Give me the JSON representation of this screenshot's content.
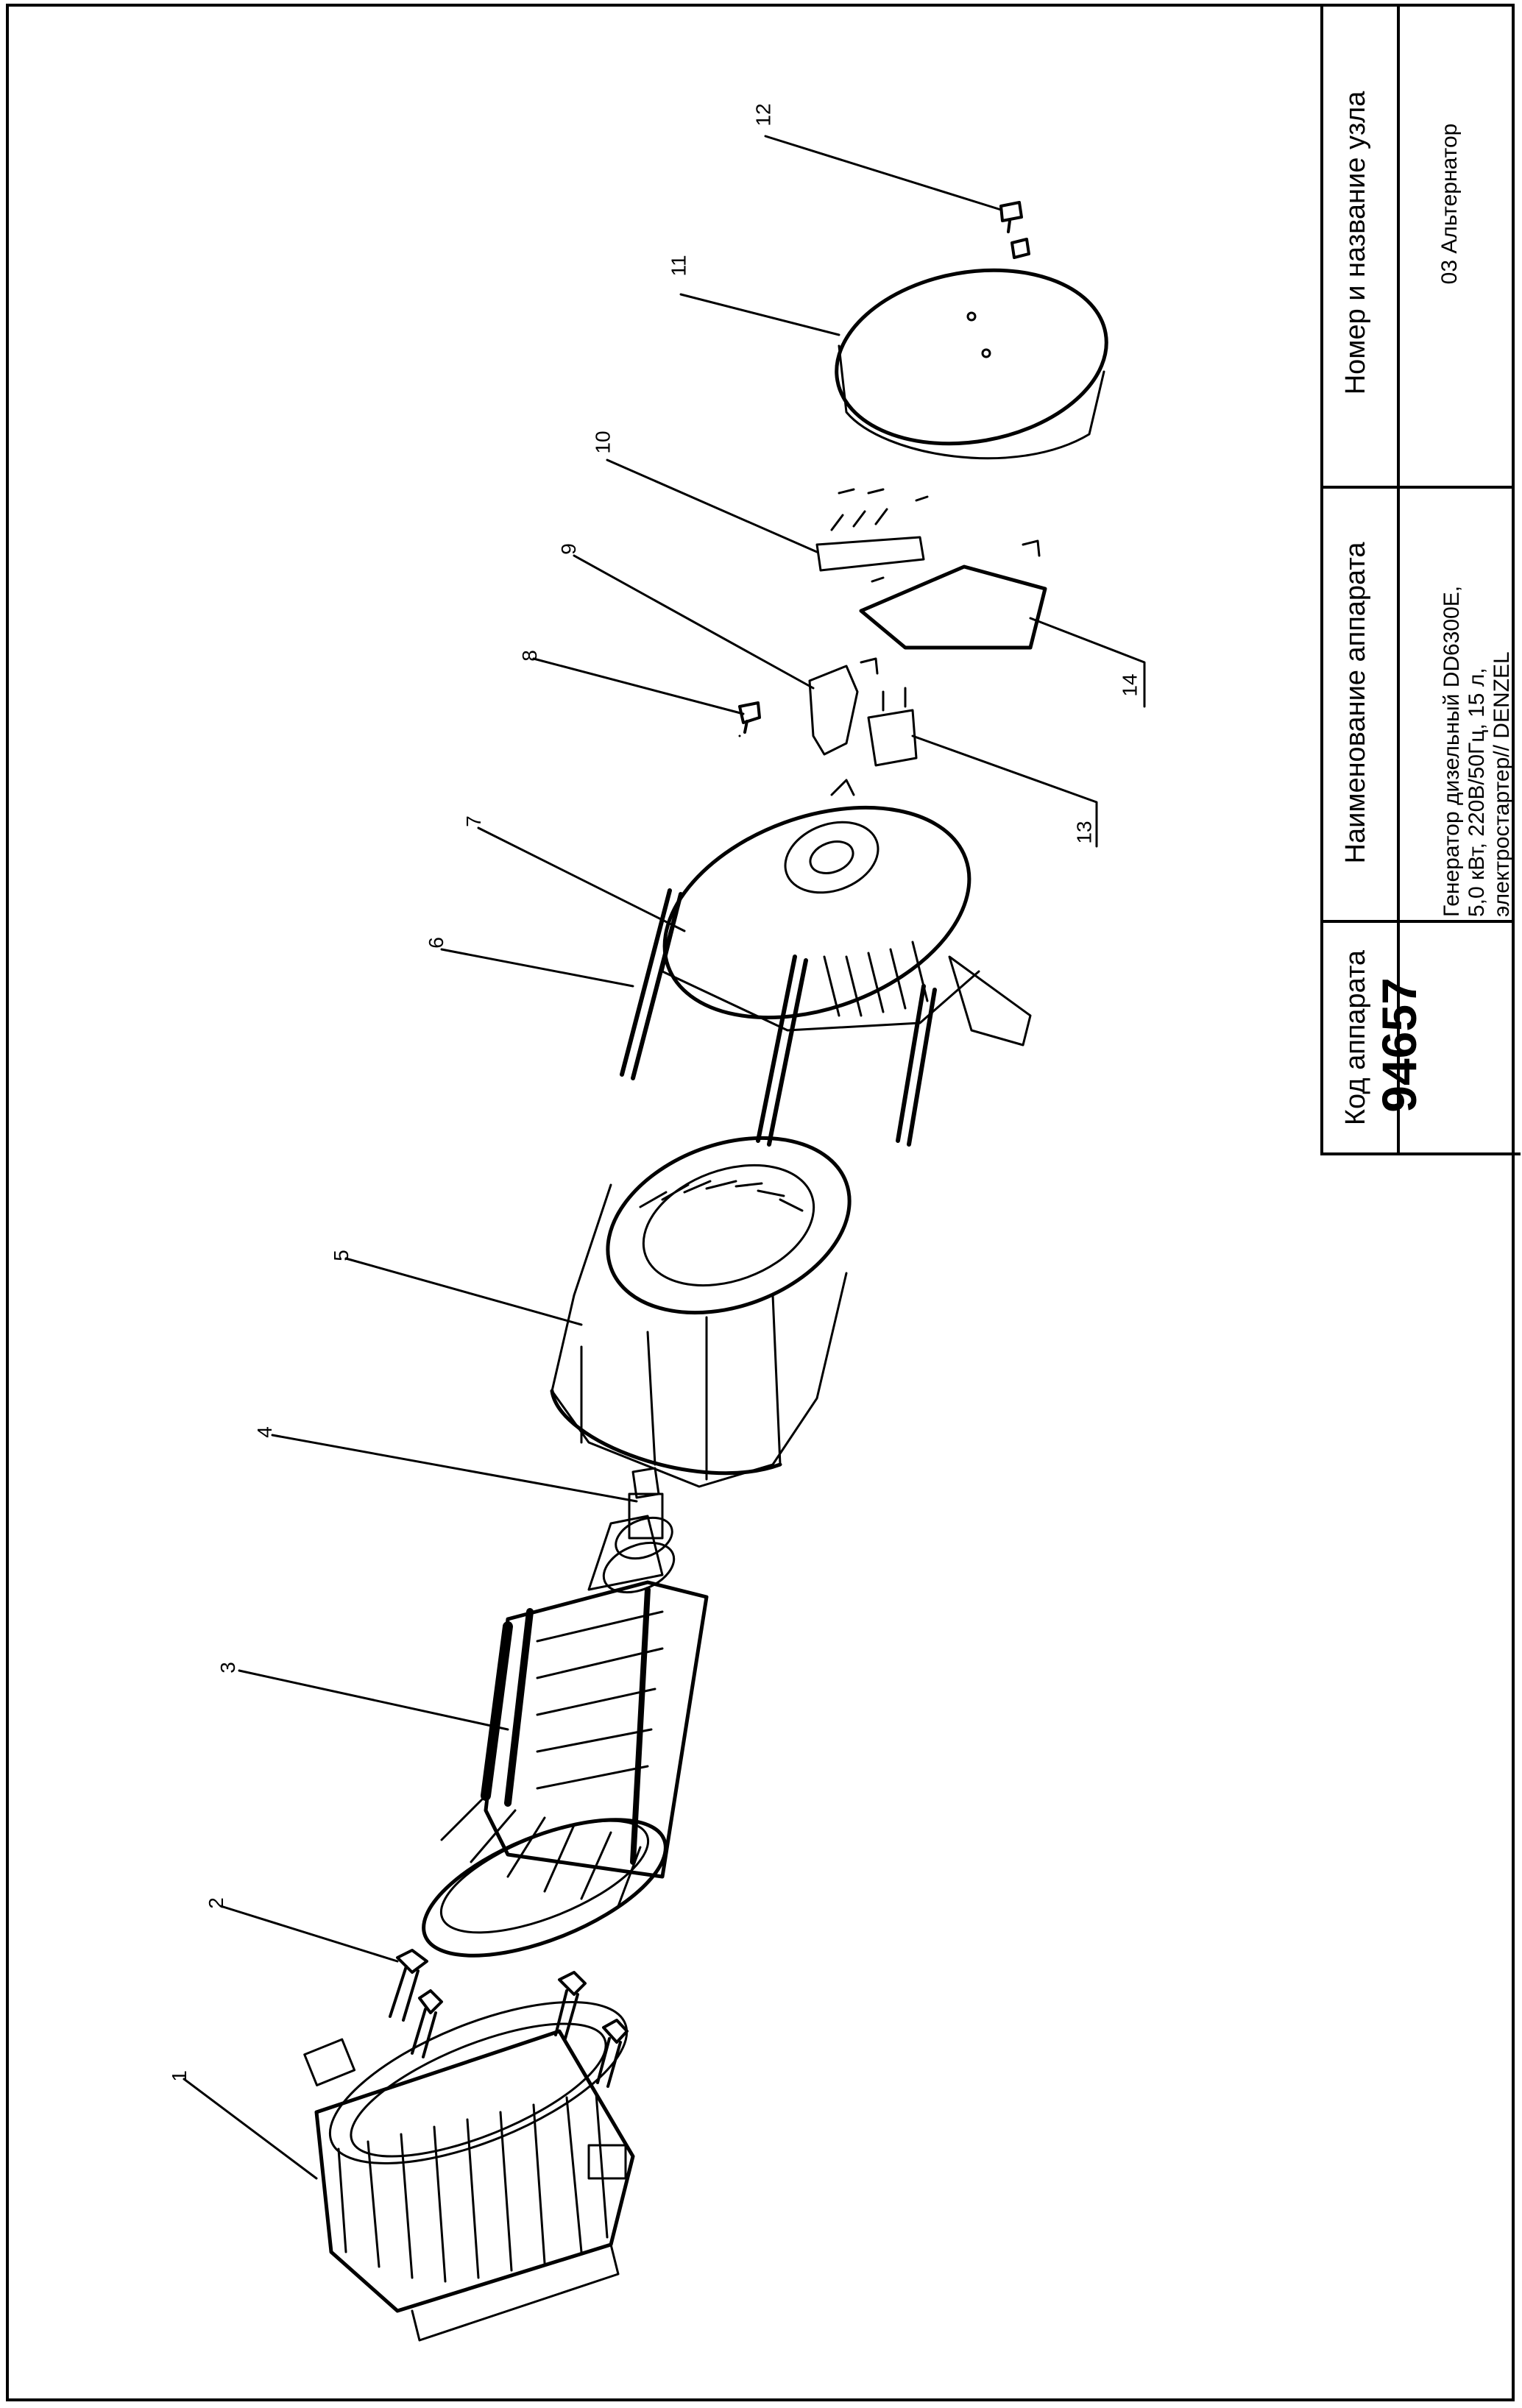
{
  "title_block": {
    "code_header": "Код аппарата",
    "code_value": "94657",
    "device_header": "Наименование аппарата",
    "device_value": "Генератор дизельный DD6300E,\n5,0 кВт, 220В/50Гц, 15 л,\nэлектростартер// DENZEL",
    "node_header": "Номер и название узла",
    "node_value": "03 Альтернатор"
  },
  "callouts": [
    "1",
    "2",
    "3",
    "4",
    "5",
    "6",
    "7",
    "8",
    "9",
    "10",
    "11",
    "12",
    "13",
    "14"
  ],
  "colors": {
    "line": "#000000",
    "background": "#ffffff"
  }
}
